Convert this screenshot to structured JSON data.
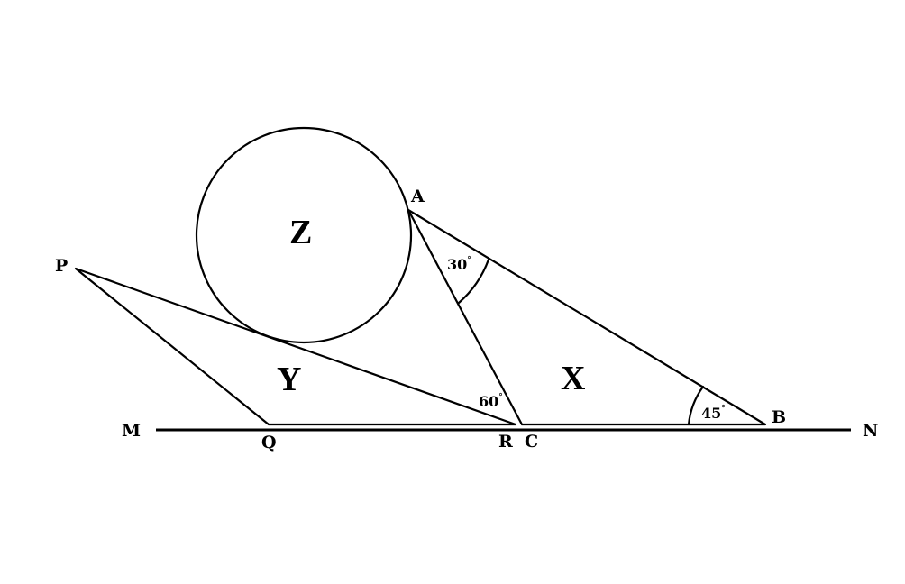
{
  "diagram": {
    "points": {
      "A": "A",
      "B": "B",
      "C": "C",
      "P": "P",
      "Q": "Q",
      "R": "R",
      "M": "M",
      "N": "N"
    },
    "shapes": {
      "circle": "Z",
      "triangle_left": "Y",
      "triangle_right": "X"
    },
    "angles": {
      "at_A": "30",
      "at_R": "60",
      "at_B": "45",
      "degree_mark": "°"
    },
    "colors": {
      "stroke": "#000000",
      "background": "#ffffff"
    }
  }
}
